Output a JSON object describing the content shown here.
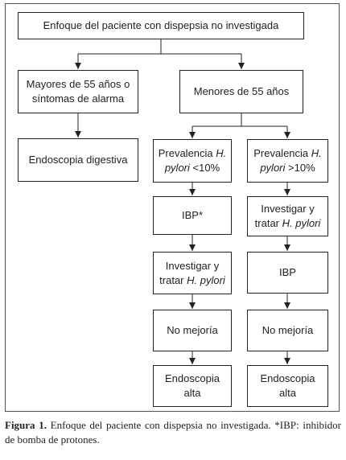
{
  "diagram": {
    "nodes": {
      "root": "Enfoque del paciente con dispepsia no investigada",
      "mayores": [
        "Mayores de 55 años o",
        "síntomas de alarma"
      ],
      "menores": "Menores de 55 años",
      "endo_dig": "Endoscopia digestiva",
      "prev_low": {
        "a": "Prevalencia ",
        "b": "H.",
        "c": "pylori",
        "d": " <10%"
      },
      "prev_high": {
        "a": "Prevalencia ",
        "b": "H.",
        "c": "pylori",
        "d": " >10%"
      },
      "ibp_star": "IBP*",
      "inv_left": {
        "a": "Investigar y",
        "b": "tratar ",
        "c": "H. pylori"
      },
      "inv_right": {
        "a": "Investigar y",
        "b": "tratar ",
        "c": "H. pylori"
      },
      "ibp": "IBP",
      "nomej_left": "No mejoría",
      "nomej_right": "No mejoría",
      "endo_left": [
        "Endoscopia",
        "alta"
      ],
      "endo_right": [
        "Endoscopia",
        "alta"
      ]
    },
    "edges": [
      [
        "root",
        "mayores"
      ],
      [
        "root",
        "menores"
      ],
      [
        "mayores",
        "endo_dig"
      ],
      [
        "menores",
        "prev_low"
      ],
      [
        "menores",
        "prev_high"
      ],
      [
        "prev_low",
        "ibp_star"
      ],
      [
        "ibp_star",
        "inv_left"
      ],
      [
        "inv_left",
        "nomej_left"
      ],
      [
        "nomej_left",
        "endo_left"
      ],
      [
        "prev_high",
        "inv_right"
      ],
      [
        "inv_right",
        "ibp"
      ],
      [
        "ibp",
        "nomej_right"
      ],
      [
        "nomej_right",
        "endo_right"
      ]
    ]
  },
  "caption": {
    "label": "Figura 1.",
    "text": " Enfoque del paciente con dispepsia no investigada. *IBP: inhibidor de bomba de protones."
  },
  "colors": {
    "line": "#222222",
    "frame": "#555555"
  }
}
